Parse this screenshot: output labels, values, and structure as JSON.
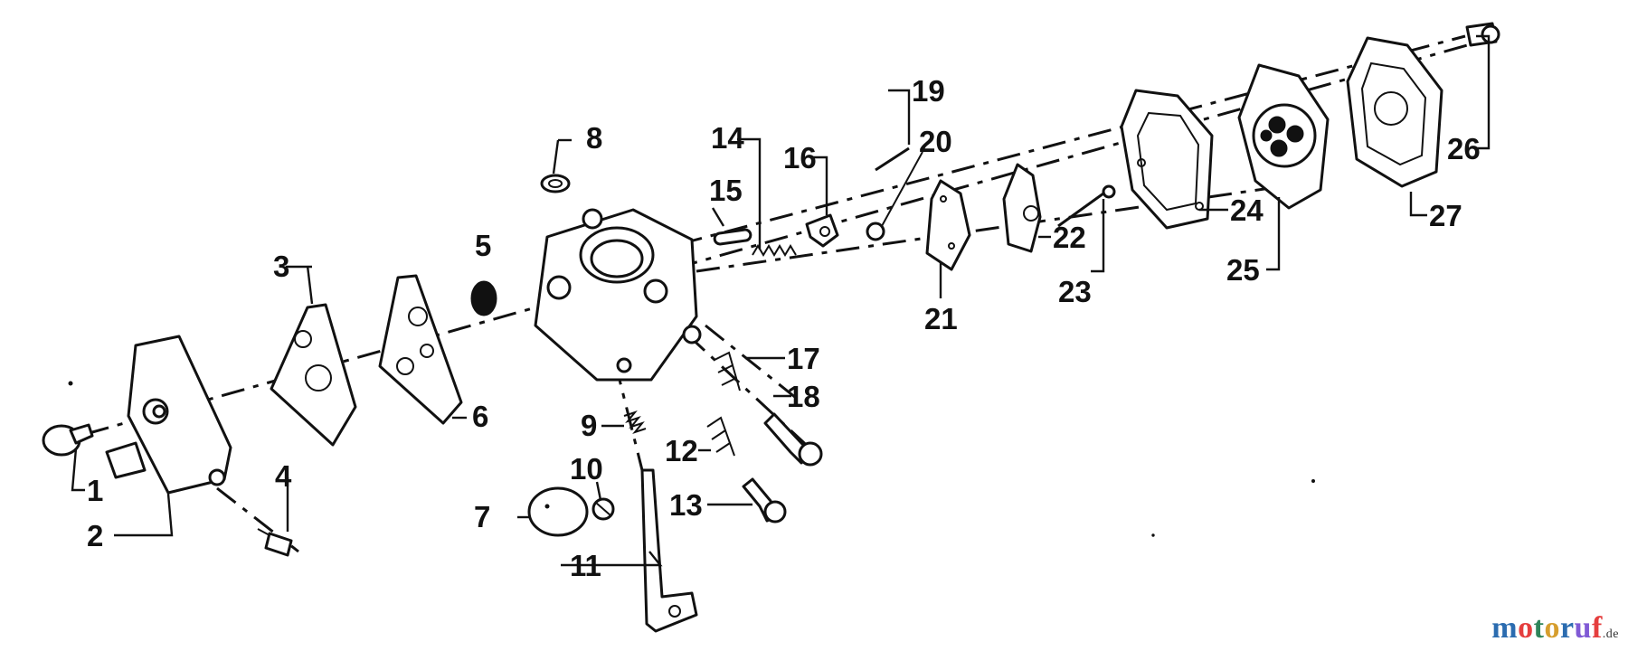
{
  "callouts": {
    "p1": "1",
    "p2": "2",
    "p3": "3",
    "p4": "4",
    "p5": "5",
    "p6": "6",
    "p7": "7",
    "p8": "8",
    "p9": "9",
    "p10": "10",
    "p11": "11",
    "p12": "12",
    "p13": "13",
    "p14": "14",
    "p15": "15",
    "p16": "16",
    "p17": "17",
    "p18": "18",
    "p19": "19",
    "p20": "20",
    "p21": "21",
    "p22": "22",
    "p23": "23",
    "p24": "24",
    "p25": "25",
    "p26": "26",
    "p27": "27"
  },
  "watermark": {
    "segments": [
      {
        "text": "m",
        "color": "#2b6cb0"
      },
      {
        "text": "o",
        "color": "#e53e3e"
      },
      {
        "text": "t",
        "color": "#2f855a"
      },
      {
        "text": "o",
        "color": "#d69e2e"
      },
      {
        "text": "r",
        "color": "#2b6cb0"
      },
      {
        "text": "u",
        "color": "#805ad5"
      },
      {
        "text": "f",
        "color": "#e53e3e"
      }
    ],
    "tld": ".de"
  }
}
